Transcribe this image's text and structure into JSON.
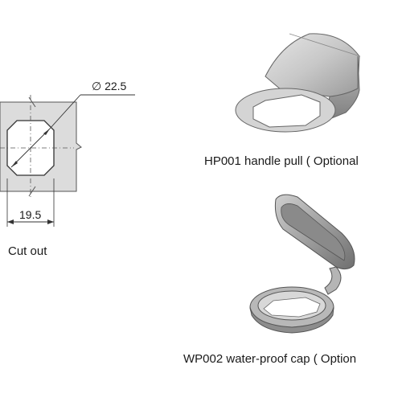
{
  "cutout": {
    "diameter_label": "∅ 22.5",
    "width_label": "19.5",
    "caption": "Cut out"
  },
  "handle_pull": {
    "caption": "HP001 handle pull ( Optional"
  },
  "waterproof_cap": {
    "caption": "WP002 water-proof cap ( Option"
  }
}
